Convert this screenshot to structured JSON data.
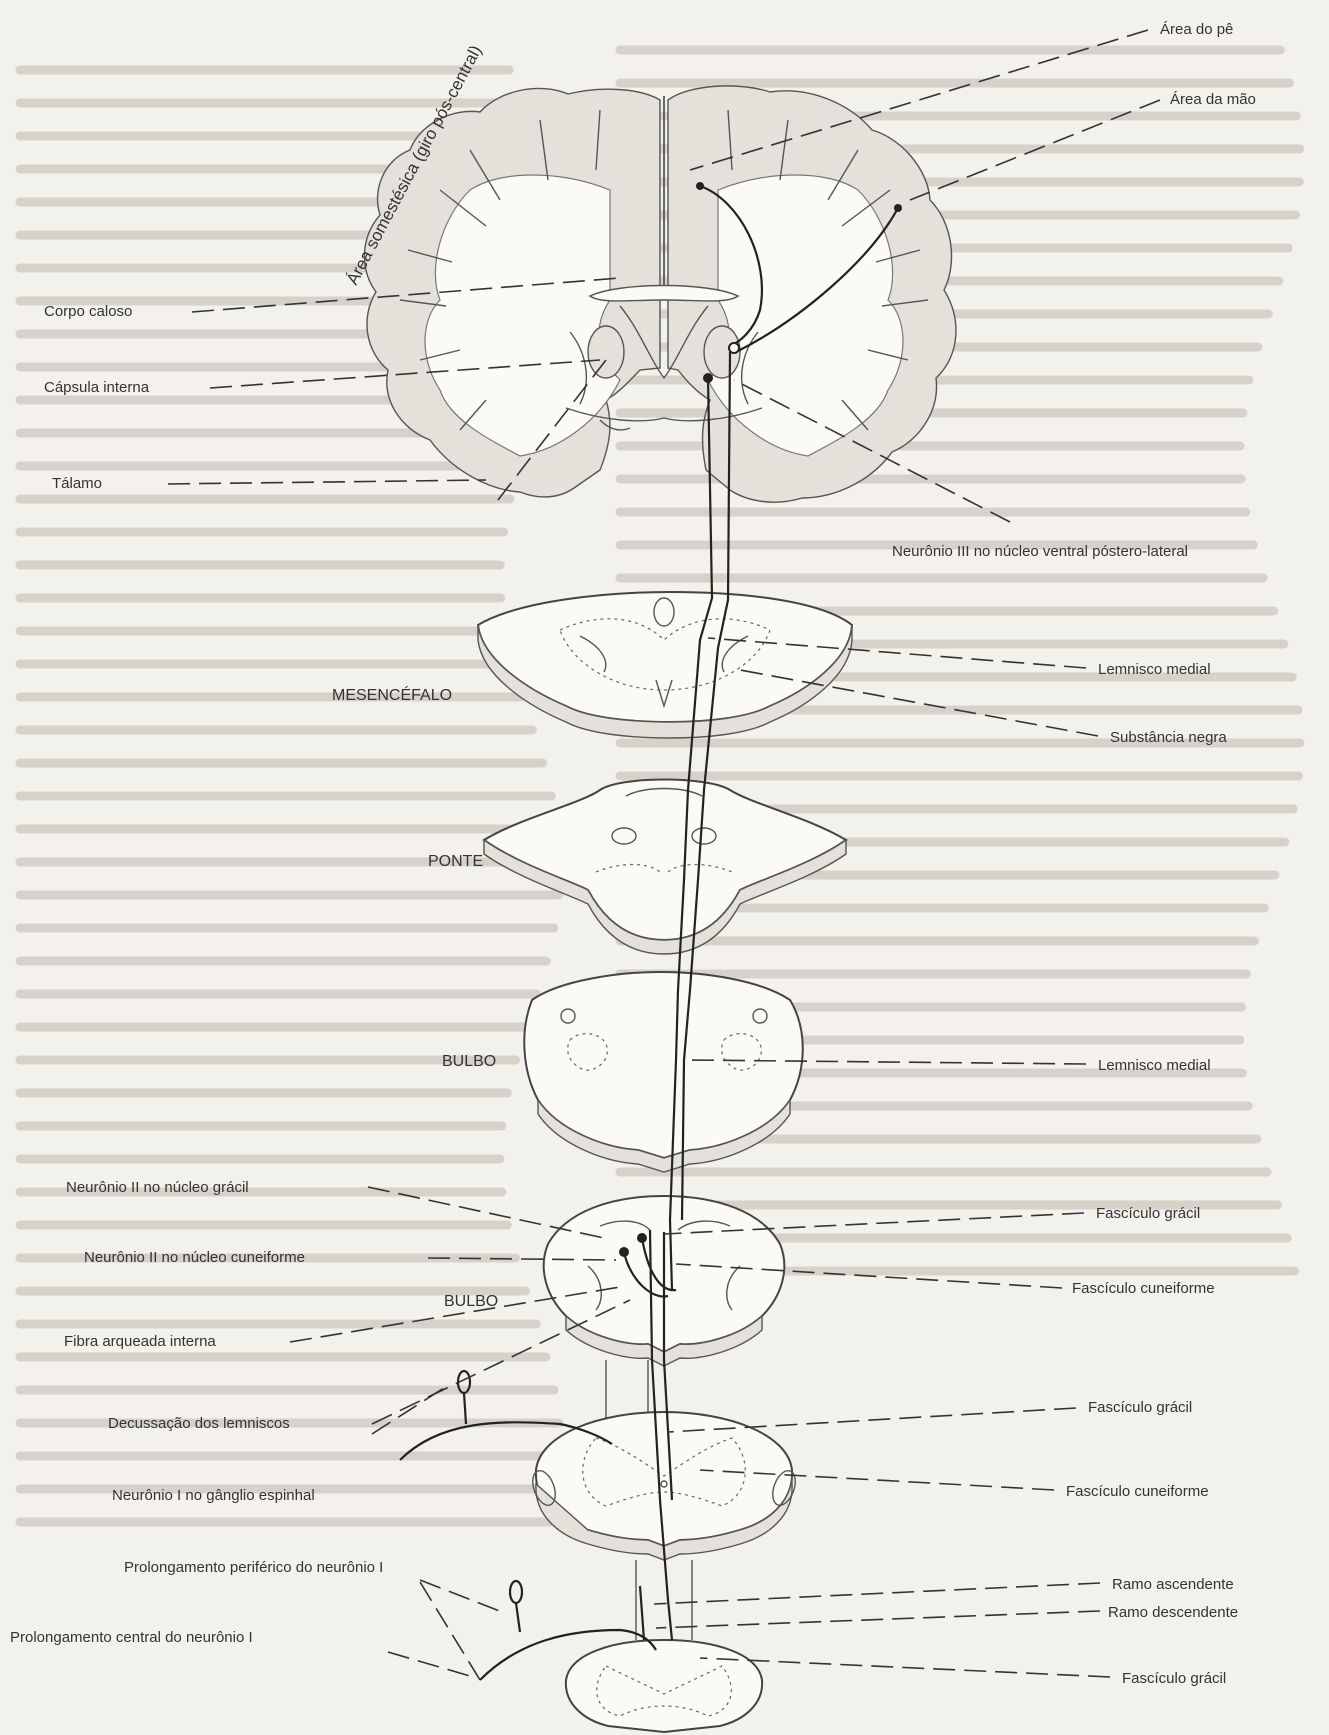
{
  "background": "#f3f1ec",
  "ink_color": "#333333",
  "levels": {
    "mesencefalo": "MESENCÉFALO",
    "ponte": "PONTE",
    "bulbo_superior": "BULBO",
    "bulbo_inferior": "BULBO"
  },
  "cortex_area": "Área somestésica (giro pós-central)",
  "labels_right": {
    "area_pe": "Área do pê",
    "area_mao": "Área da mão",
    "neuronio_iii": "Neurônio III no núcleo ventral póstero-lateral",
    "lemnisco_medial_1": "Lemnisco medial",
    "substancia_negra": "Substância negra",
    "lemnisco_medial_2": "Lemnisco medial",
    "fasciculo_gracil_1": "Fascículo grácil",
    "fasciculo_cuneiforme_1": "Fascículo cuneiforme",
    "fasciculo_gracil_2": "Fascículo grácil",
    "fasciculo_cuneiforme_2": "Fascículo cuneiforme",
    "ramo_ascendente": "Ramo ascendente",
    "ramo_descendente": "Ramo descendente",
    "fasciculo_gracil_3": "Fascículo grácil"
  },
  "labels_left": {
    "corpo_caloso": "Corpo caloso",
    "capsula_interna": "Cápsula interna",
    "talamo": "Tálamo",
    "neuronio_ii_gracil": "Neurônio II no núcleo grácil",
    "neuronio_ii_cuneiforme": "Neurônio II no núcleo cuneiforme",
    "fibra_arqueada": "Fibra arqueada interna",
    "decussacao": "Decussação dos lemniscos",
    "neuronio_i_ganglio": "Neurônio I no gânglio espinhal",
    "prolongamento_periferico": "Prolongamento periférico do neurônio I",
    "prolongamento_central": "Prolongamento central do neurônio I"
  }
}
